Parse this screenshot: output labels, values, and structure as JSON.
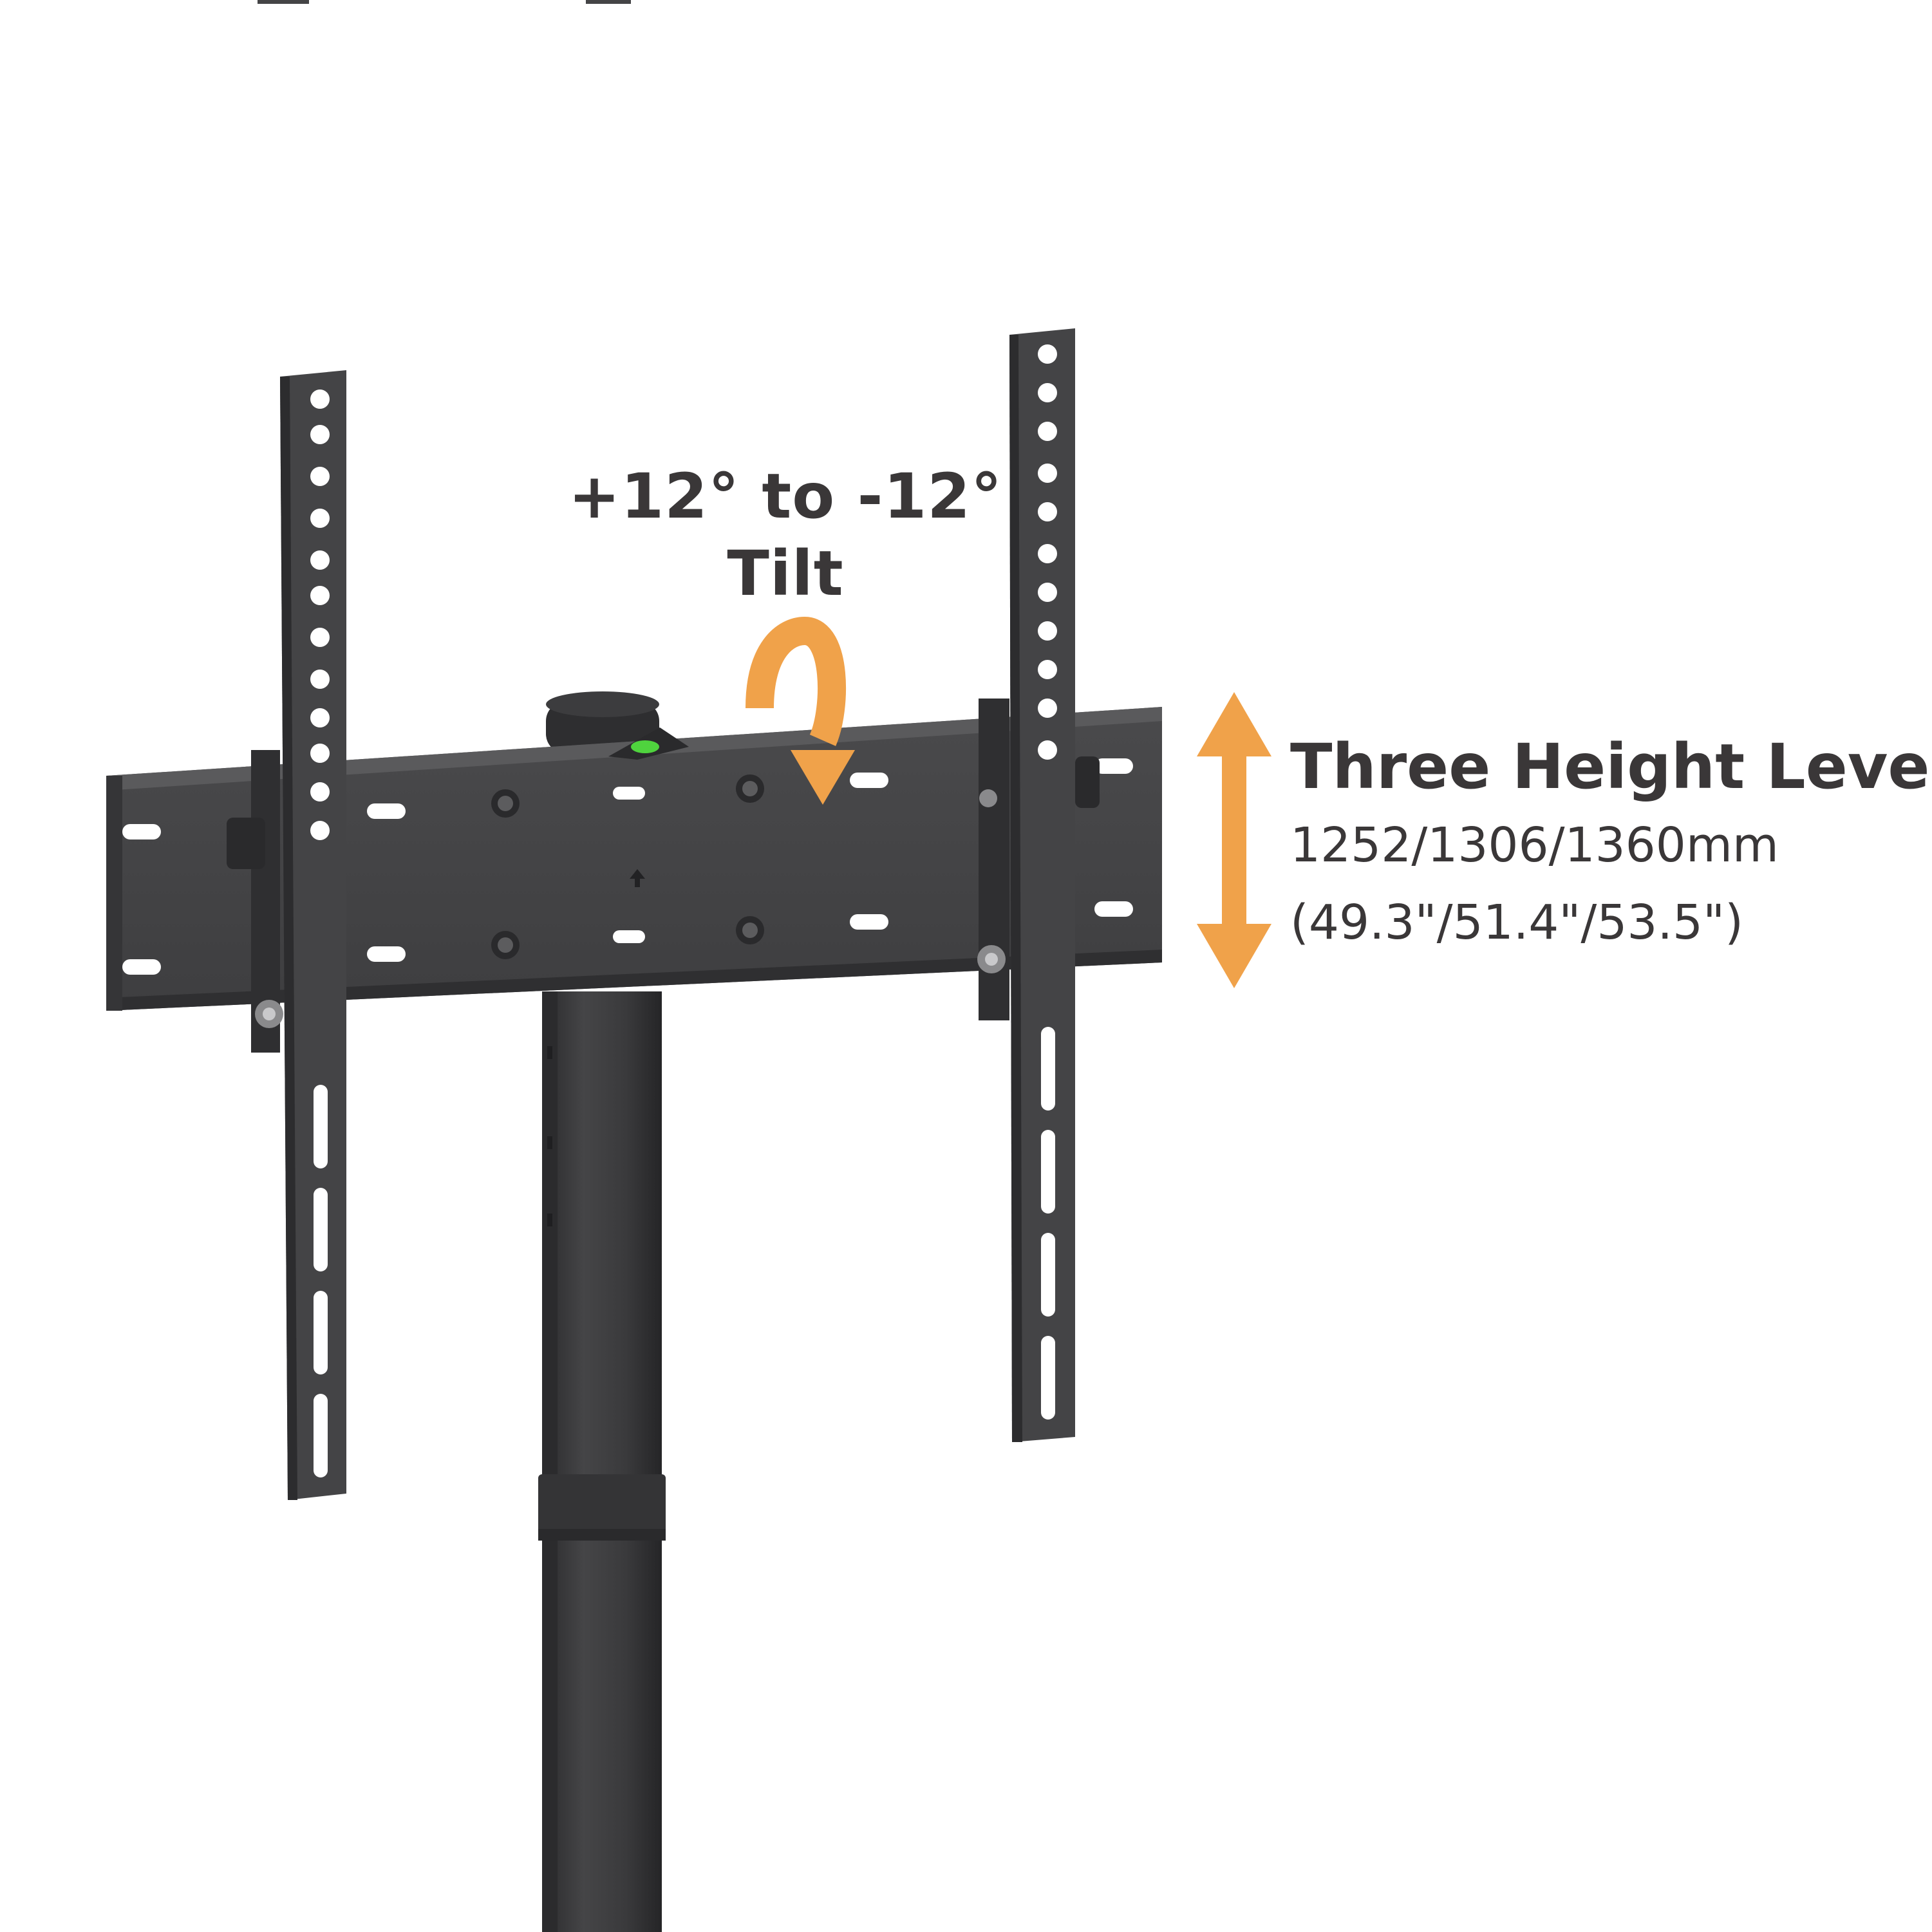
{
  "tilt": {
    "line1": "+12° to -12°",
    "line2": "Tilt"
  },
  "height": {
    "title": "Three Height Level",
    "mm": "1252/1306/1360mm",
    "inch": "(49.3\"/51.4\"/53.5\")"
  },
  "colors": {
    "background": "#ffffff",
    "metal": "#444446",
    "metal_dark": "#2f2f31",
    "accent": "#f0a24a",
    "text": "#3a3738",
    "level_bubble": "#4fd33e"
  },
  "icons": {
    "tilt_arrow": "curved-arrow-icon",
    "height_arrow": "double-vertical-arrow-icon",
    "bubble_level": "bubble-level-icon"
  }
}
